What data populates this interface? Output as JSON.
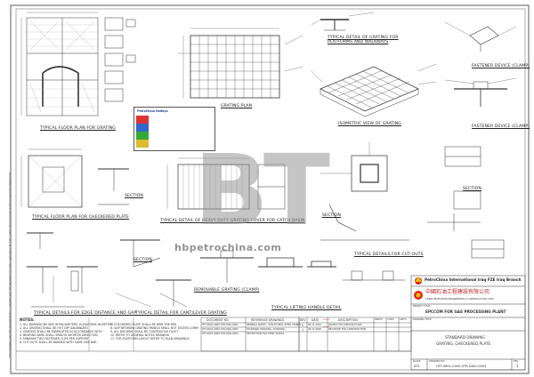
{
  "watermark": {
    "big": "BT",
    "url": "hbpetrochina.com"
  },
  "captions": {
    "floor_plan": "TYPICAL FLOOR PLAN FOR GRATING",
    "grating_plan": "GRATING PLAN",
    "platforms": "TYPICAL DETAIL OF GRATING FOR PLATFORMS AND WALKWAYS",
    "iso": "ISOMETRIC VIEW OF GRATING",
    "fastener_a": "FASTENER DEVICE (CLAMP)",
    "fastener_b": "FASTENER DEVICE (CLAMP)",
    "heavy_duty": "TYPICAL DETAIL OF HEAVY DUTY GRATING COVER FOR CATCH BASIN",
    "checkered_plan": "TYPICAL FLOOR PLAN FOR CHECKERED PLATE",
    "edge_distance": "TYPICAL DETAILS FOR EDGE DISTANCE AND GAP",
    "cantilever": "TYPICAL DETAIL FOR CANTILEVER GRATING",
    "removable": "REMOVABLE GRATING (CLAMP)",
    "lifting_handle": "TYPICAL LIFTING HANDLE DETAIL",
    "cut_outs": "TYPICAL DETAILS FOR CUT-OUTS",
    "section_a": "SECTION",
    "section_b": "SECTION",
    "section_c": "SECTION",
    "section_d": "SECTION"
  },
  "inset_stamp": {
    "company": "PetroChina Halfaya",
    "rows": [
      "",
      "",
      "",
      ""
    ]
  },
  "notes_label": "NOTES:",
  "notes": [
    "1. ALL DIMENSIONS ARE IN MILLIMETERS, ELEVATIONS IN METERS",
    "2. ALL GRATING SHALL BE HOT DIP GALVANIZED",
    "3. GRATING SHALL BE FABRICATED IN ACCORDANCE WITH",
    "4. BEARING BARS SHALL SPAN IN SHORTER DIRECTION",
    "5. MINIMUM TWO FASTENER CLIPS PER SUPPORT",
    "6. CUT-OUTS SHALL BE BANDED WITH SAME SIZE BAR",
    "7. CHECKERED PLATE SHALL BE 6MM THK MIN",
    "8. GAP BETWEEN GRATING PANELS SHALL NOT EXCEED 10MM",
    "9. ALL WELDING SHALL BE CONTINUOUS FILLET",
    "10. REFER TO GENERAL NOTES DRAWING",
    "11. FOR PLATFORM LAYOUT REFER TO PLAN DRAWINGS"
  ],
  "ref_table": {
    "headers": [
      "DOCUMENT NO.",
      "REFERENCE DRAWINGS"
    ],
    "rows": [
      [
        "HFY-0601-0000-STR-DWG-0001",
        "GENERAL NOTES - STRUCTURAL STEEL WORKS"
      ],
      [
        "HFY-0601-0000-STR-DWG-0003",
        "STANDARD DRAWING - HANDRAIL"
      ],
      [
        "HFY-0601-0000-STR-DWG-0004",
        "PROTECTION FOR STEEL WORKS"
      ]
    ]
  },
  "rev_table": {
    "headers": [
      "REV",
      "DATE",
      "DESCRIPTION",
      "PREP'D",
      "CHK'D",
      "APP'D"
    ],
    "rows": [
      [
        "0",
        "09-11-2016",
        "ISSUED FOR CONSTRUCTION",
        "",
        "",
        ""
      ],
      [
        "1",
        "28-12-2020",
        "RE-ISSUED FOR CONSTRUCTION",
        "",
        "",
        ""
      ]
    ]
  },
  "titleblock": {
    "client": "PetroChina International Iraq FZE Iraq Branch",
    "contractor_cn": "中國石油工程建設有限公司",
    "contractor_en": "CHINA PETROLEUM ENGINEERING & CONSTRUCTION CORP.",
    "project_label": "PROJECT TITLE:",
    "project": "EPCCOM FOR GAS PROCESSING PLANT",
    "drawing_label": "DRAWING TITLE:",
    "title_1": "STANDARD DRAWING",
    "title_2": "GRATING, CHECKERED PLATE",
    "scale_label": "SCALE",
    "scale": "NTS",
    "dwg_no_label": "DRAWING NO.",
    "dwg_no": "HFY-0601-0000-STR-DWG-0005",
    "rev_label": "REV.",
    "rev": "1"
  },
  "vertical_note": "THIS DRAWING AND THE INFORMATION IT CONTAINS ARE THE PROPERTY OF CPECC AND SHALL NOT BE COPIED OR DISCLOSED WITHOUT WRITTEN PERMISSION"
}
